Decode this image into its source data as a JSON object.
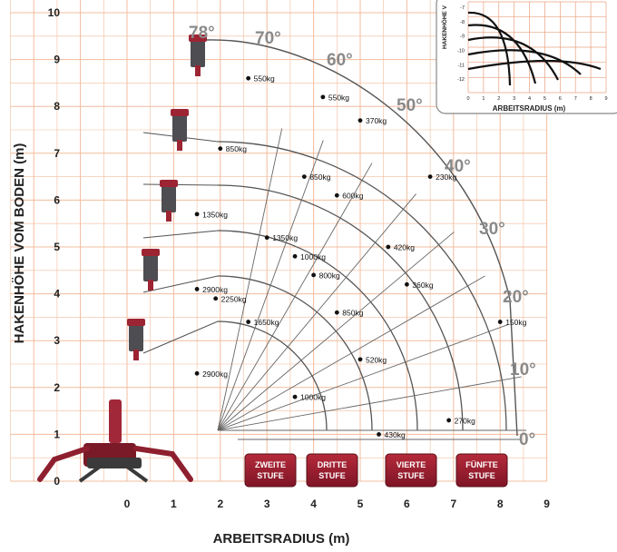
{
  "axes": {
    "x_label": "ARBEITSRADIUS (m)",
    "y_label": "HAKENHÖHE VOM BODEN (m)",
    "x_ticks": [
      "0",
      "1",
      "2",
      "3",
      "4",
      "5",
      "6",
      "7",
      "8",
      "9"
    ],
    "y_ticks": [
      "0",
      "1",
      "2",
      "3",
      "4",
      "5",
      "6",
      "7",
      "8",
      "9",
      "10"
    ]
  },
  "angles": [
    "78°",
    "70°",
    "60°",
    "50°",
    "40°",
    "30°",
    "20°",
    "10°",
    "0°"
  ],
  "stages": [
    "ZWEITE STUFE",
    "DRITTE STUFE",
    "VIERTE STUFE",
    "FÜNFTE STUFE"
  ],
  "chart_data": {
    "type": "scatter",
    "xlabel": "ARBEITSRADIUS (m)",
    "ylabel": "HAKENHÖHE VOM BODEN (m)",
    "xlim": [
      0,
      9
    ],
    "ylim": [
      0,
      10
    ],
    "grid": true,
    "points": [
      {
        "x": 2.6,
        "y": 8.6,
        "label": "550kg"
      },
      {
        "x": 4.2,
        "y": 8.2,
        "label": "550kg"
      },
      {
        "x": 5.0,
        "y": 7.7,
        "label": "370kg"
      },
      {
        "x": 6.5,
        "y": 6.5,
        "label": "230kg"
      },
      {
        "x": 2.0,
        "y": 7.1,
        "label": "850kg"
      },
      {
        "x": 3.8,
        "y": 6.5,
        "label": "850kg"
      },
      {
        "x": 4.5,
        "y": 6.1,
        "label": "600kg"
      },
      {
        "x": 5.6,
        "y": 5.0,
        "label": "420kg"
      },
      {
        "x": 1.5,
        "y": 5.7,
        "label": "1350kg"
      },
      {
        "x": 3.0,
        "y": 5.2,
        "label": "1350kg"
      },
      {
        "x": 3.6,
        "y": 4.8,
        "label": "1000kg"
      },
      {
        "x": 4.0,
        "y": 4.4,
        "label": "800kg"
      },
      {
        "x": 6.0,
        "y": 4.2,
        "label": "360kg"
      },
      {
        "x": 1.5,
        "y": 4.1,
        "label": "2900kg"
      },
      {
        "x": 1.9,
        "y": 3.9,
        "label": "2250kg"
      },
      {
        "x": 2.6,
        "y": 3.4,
        "label": "1650kg"
      },
      {
        "x": 4.5,
        "y": 3.6,
        "label": "850kg"
      },
      {
        "x": 1.5,
        "y": 2.3,
        "label": "2900kg"
      },
      {
        "x": 3.6,
        "y": 1.8,
        "label": "1000kg"
      },
      {
        "x": 5.0,
        "y": 2.6,
        "label": "520kg"
      },
      {
        "x": 5.4,
        "y": 1.0,
        "label": "430kg"
      },
      {
        "x": 6.9,
        "y": 1.3,
        "label": "270kg"
      },
      {
        "x": 8.0,
        "y": 3.4,
        "label": "150kg"
      }
    ]
  },
  "inset": {
    "x_label": "ARBEITSRADIUS (m)",
    "y_label": "HAKENHÖHE V",
    "x_ticks": [
      "0",
      "1",
      "2",
      "3",
      "4",
      "5",
      "6",
      "7",
      "8",
      "9"
    ],
    "y_ticks": [
      "-7",
      "-8",
      "-9",
      "-10",
      "-11",
      "-12"
    ]
  }
}
